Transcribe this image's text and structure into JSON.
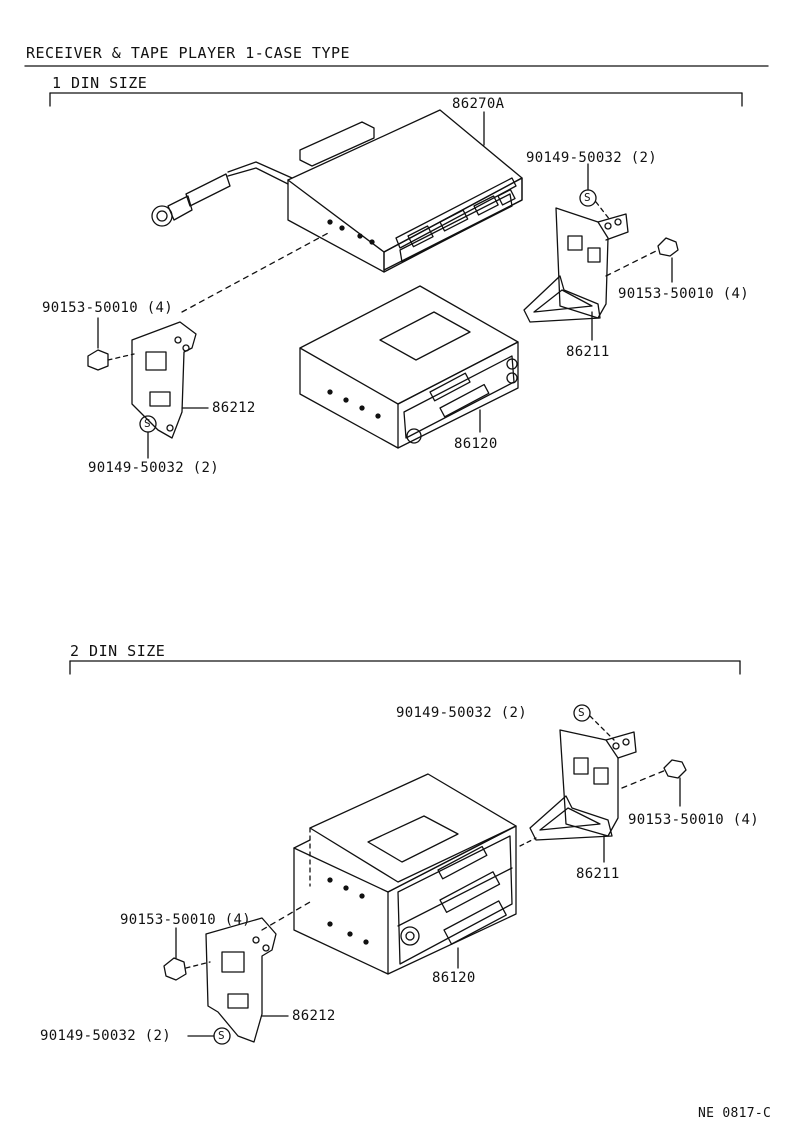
{
  "header": {
    "title": "RECEIVER & TAPE PLAYER 1-CASE TYPE"
  },
  "sections": {
    "din1": {
      "label": "1 DIN SIZE",
      "parts": {
        "unit_top": "86270A",
        "unit_bottom": "86120",
        "bracket_right": "86211",
        "bracket_left": "86212",
        "screw_right_top": "90149-50032 (2)",
        "bolt_right": "90153-50010 (4)",
        "bolt_left": "90153-50010 (4)",
        "screw_left_bottom": "90149-50032 (2)"
      }
    },
    "din2": {
      "label": "2 DIN SIZE",
      "parts": {
        "unit": "86120",
        "bracket_right": "86211",
        "bracket_left": "86212",
        "screw_right_top": "90149-50032 (2)",
        "bolt_right": "90153-50010 (4)",
        "bolt_left": "90153-50010 (4)",
        "screw_left_bottom": "90149-50032 (2)"
      }
    }
  },
  "screw_symbol": "S",
  "footer": {
    "code": "NE 0817-C"
  }
}
